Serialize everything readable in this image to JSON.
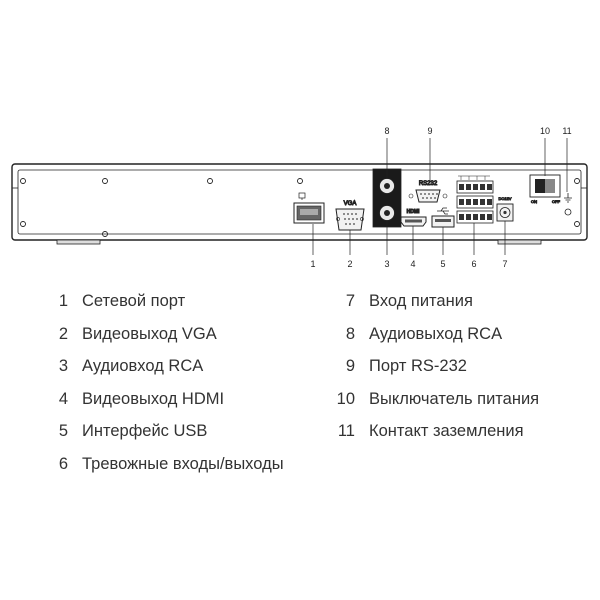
{
  "callouts": [
    "1",
    "2",
    "3",
    "4",
    "5",
    "6",
    "7",
    "8",
    "9",
    "10",
    "11"
  ],
  "panel_marks": {
    "vga": "VGA",
    "rs232": "RS232",
    "hdmi": "HDMI",
    "on": "ON",
    "off": "OFF",
    "dc": "DC12V"
  },
  "legend": {
    "left": [
      {
        "num": "1",
        "label": "Сетевой порт"
      },
      {
        "num": "2",
        "label": "Видеовыход VGA"
      },
      {
        "num": "3",
        "label": "Аудиовход RCA"
      },
      {
        "num": "4",
        "label": "Видеовыход HDMI"
      },
      {
        "num": "5",
        "label": "Интерфейс USB"
      },
      {
        "num": "6",
        "label": "Тревожные входы/выходы"
      }
    ],
    "right": [
      {
        "num": "7",
        "label": "Вход питания"
      },
      {
        "num": "8",
        "label": "Аудиовыход RCA"
      },
      {
        "num": "9",
        "label": "Порт RS-232"
      },
      {
        "num": "10",
        "label": "Выключатель питания"
      },
      {
        "num": "11",
        "label": "Контакт заземления"
      }
    ]
  }
}
